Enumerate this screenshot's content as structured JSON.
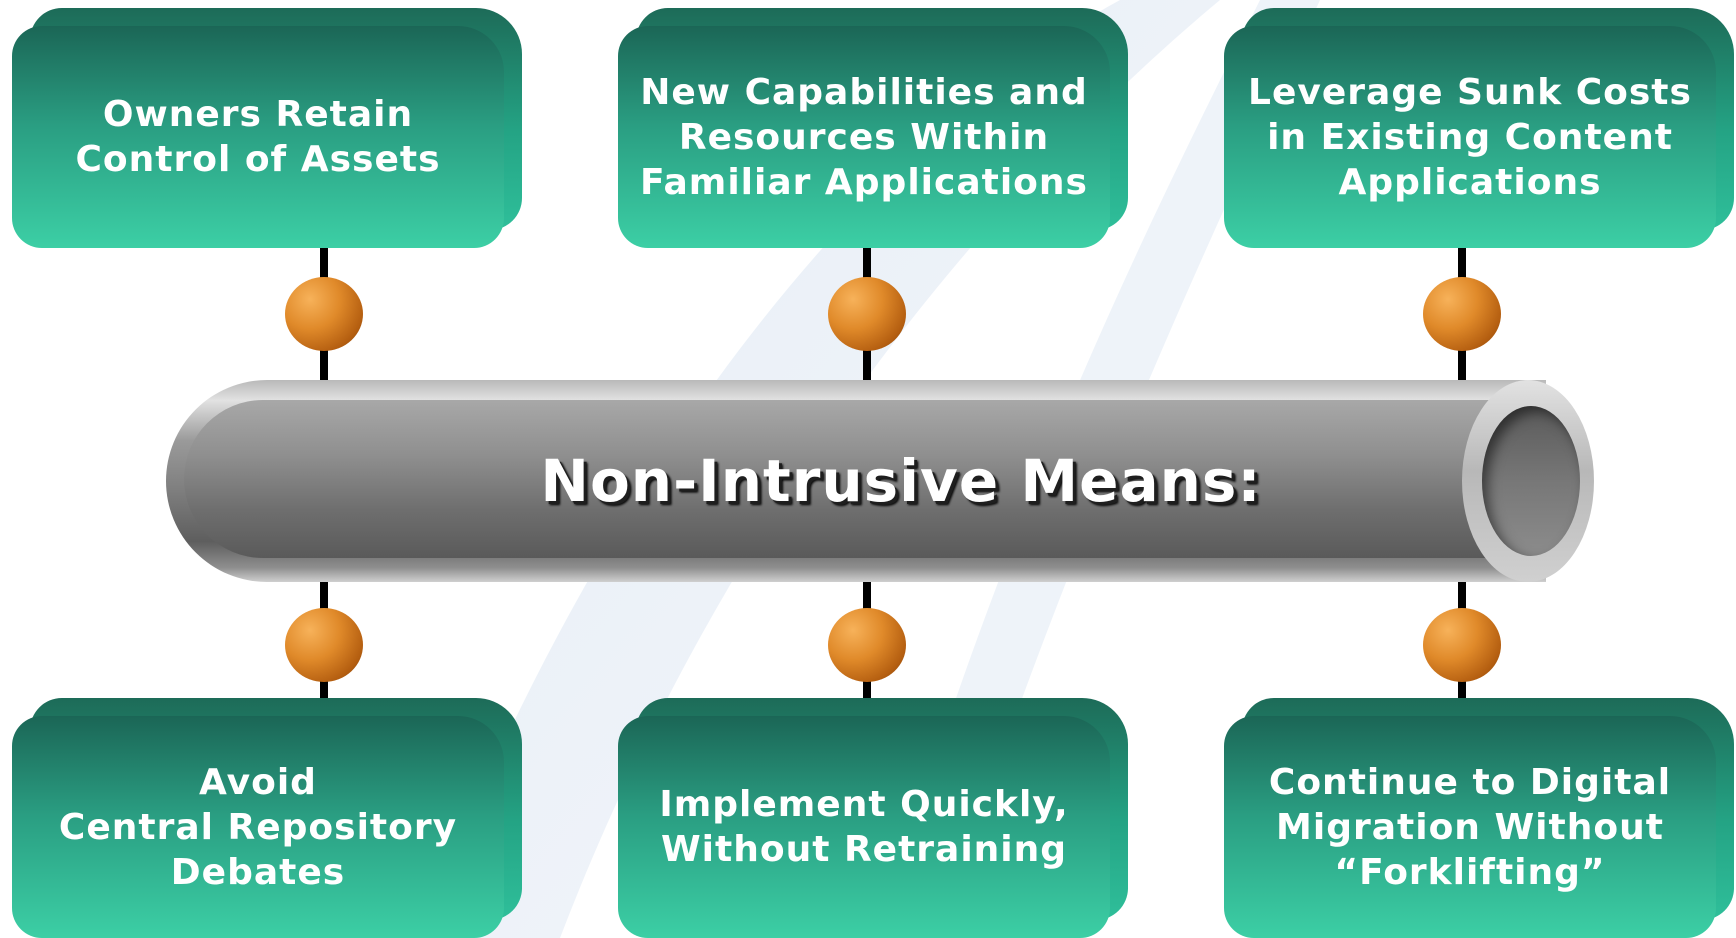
{
  "title": "Non-Intrusive Means:",
  "benefits_top": [
    {
      "text": "Owners Retain\nControl of Assets"
    },
    {
      "text": "New Capabilities and\nResources Within\nFamiliar Applications"
    },
    {
      "text": "Leverage Sunk Costs\nin Existing Content\nApplications"
    }
  ],
  "benefits_bottom": [
    {
      "text": "Avoid\nCentral Repository\nDebates"
    },
    {
      "text": "Implement Quickly,\nWithout Retraining"
    },
    {
      "text": "Continue to Digital\nMigration Without\n“Forklifting”"
    }
  ],
  "colors": {
    "card_green": "#2a9e82",
    "card_dark": "#1b6656",
    "pipe_gray": "#8a8a8a",
    "bead_orange": "#e08a2a"
  }
}
